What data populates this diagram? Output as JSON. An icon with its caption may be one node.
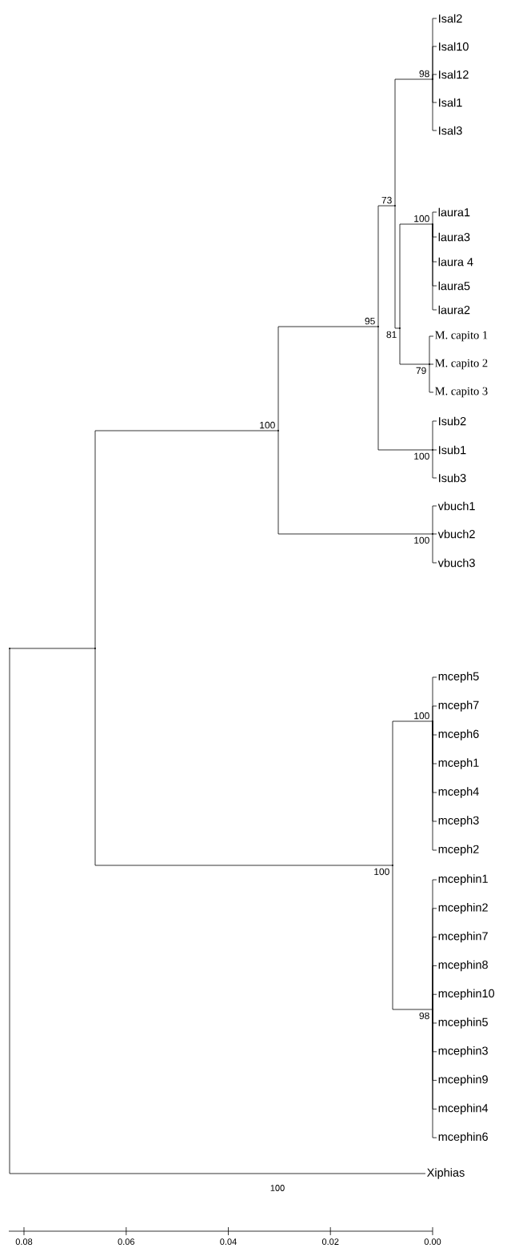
{
  "diagram": {
    "nodes": [
      {
        "text": [],
        "shape": "point"
      },
      {
        "text": [],
        "shape": "point"
      },
      {
        "text": [],
        "shape": "point",
        "beside": [
          "100"
        ]
      },
      {
        "text": [],
        "shape": "point",
        "beside": [
          "95"
        ]
      },
      {
        "text": [],
        "shape": "point",
        "beside": [
          "73"
        ]
      },
      {
        "text": [],
        "shape": "point",
        "beside": [
          "98"
        ]
      },
      {
        "text": [
          "Isal2"
        ]
      },
      {
        "text": [
          "Isal10"
        ]
      },
      {
        "text": [
          "Isal12"
        ]
      },
      {
        "text": [
          "Isal1"
        ]
      },
      {
        "text": [
          "Isal3"
        ]
      },
      {
        "text": [],
        "shape": "point",
        "beside": [
          "81"
        ]
      },
      {
        "text": [],
        "shape": "point",
        "beside": [
          "100"
        ]
      },
      {
        "text": [
          "laura1"
        ]
      },
      {
        "text": [
          "laura3"
        ]
      },
      {
        "text": [
          "laura 4"
        ]
      },
      {
        "text": [
          "laura5"
        ]
      },
      {
        "text": [
          "laura2"
        ]
      },
      {
        "text": [],
        "shape": "point",
        "beside": [
          "79"
        ]
      },
      {
        "text": [
          "M. capito 1"
        ]
      },
      {
        "text": [
          "M. capito 2"
        ]
      },
      {
        "text": [
          "M. capito 3"
        ]
      },
      {
        "text": [],
        "shape": "point",
        "beside": [
          "100"
        ]
      },
      {
        "text": [
          "Isub2"
        ]
      },
      {
        "text": [
          "Isub1"
        ]
      },
      {
        "text": [
          "Isub3"
        ]
      },
      {
        "text": [],
        "shape": "point",
        "beside": [
          "100"
        ]
      },
      {
        "text": [
          "vbuch1"
        ]
      },
      {
        "text": [
          "vbuch2"
        ]
      },
      {
        "text": [
          "vbuch3"
        ]
      },
      {
        "text": [],
        "shape": "point",
        "beside": [
          "100"
        ]
      },
      {
        "text": [],
        "shape": "point",
        "beside": [
          "100"
        ]
      },
      {
        "text": [
          "mceph5"
        ]
      },
      {
        "text": [
          "mceph7"
        ]
      },
      {
        "text": [
          "mceph6"
        ]
      },
      {
        "text": [
          "mceph1"
        ]
      },
      {
        "text": [
          "mceph4"
        ]
      },
      {
        "text": [
          "mceph3"
        ]
      },
      {
        "text": [
          "mceph2"
        ]
      },
      {
        "text": [],
        "shape": "point",
        "beside": [
          "98"
        ]
      },
      {
        "text": [
          "mcephin1"
        ]
      },
      {
        "text": [
          "mcephin2"
        ]
      },
      {
        "text": [
          "mcephin7"
        ]
      },
      {
        "text": [
          "mcephin8"
        ]
      },
      {
        "text": [
          "mcephin10"
        ]
      },
      {
        "text": [
          "mcephin5"
        ]
      },
      {
        "text": [
          "mcephin3"
        ]
      },
      {
        "text": [
          "mcephin9"
        ]
      },
      {
        "text": [
          "mcephin4"
        ]
      },
      {
        "text": [
          "mcephin6"
        ]
      },
      {
        "text": [
          "Xiphias"
        ]
      }
    ],
    "edges": [
      {
        "from": 0,
        "to": 1,
        "arrow": "none"
      },
      {
        "from": 1,
        "to": 2,
        "arrow": "none"
      },
      {
        "from": 2,
        "to": 3,
        "arrow": "none"
      },
      {
        "from": 3,
        "to": 4,
        "arrow": "none"
      },
      {
        "from": 4,
        "to": 5,
        "arrow": "none"
      },
      {
        "from": 5,
        "to": 6,
        "arrow": "none"
      },
      {
        "from": 5,
        "to": 7,
        "arrow": "none"
      },
      {
        "from": 5,
        "to": 8,
        "arrow": "none"
      },
      {
        "from": 5,
        "to": 9,
        "arrow": "none"
      },
      {
        "from": 5,
        "to": 10,
        "arrow": "none"
      },
      {
        "from": 4,
        "to": 11,
        "arrow": "none"
      },
      {
        "from": 11,
        "to": 12,
        "arrow": "none"
      },
      {
        "from": 12,
        "to": 13,
        "arrow": "none"
      },
      {
        "from": 12,
        "to": 14,
        "arrow": "none"
      },
      {
        "from": 12,
        "to": 15,
        "arrow": "none"
      },
      {
        "from": 12,
        "to": 16,
        "arrow": "none"
      },
      {
        "from": 12,
        "to": 17,
        "arrow": "none"
      },
      {
        "from": 11,
        "to": 18,
        "arrow": "none"
      },
      {
        "from": 18,
        "to": 19,
        "arrow": "none"
      },
      {
        "from": 18,
        "to": 20,
        "arrow": "none"
      },
      {
        "from": 18,
        "to": 21,
        "arrow": "none"
      },
      {
        "from": 3,
        "to": 22,
        "arrow": "none"
      },
      {
        "from": 22,
        "to": 23,
        "arrow": "none"
      },
      {
        "from": 22,
        "to": 24,
        "arrow": "none"
      },
      {
        "from": 22,
        "to": 25,
        "arrow": "none"
      },
      {
        "from": 2,
        "to": 26,
        "arrow": "none"
      },
      {
        "from": 26,
        "to": 27,
        "arrow": "none"
      },
      {
        "from": 26,
        "to": 28,
        "arrow": "none"
      },
      {
        "from": 26,
        "to": 29,
        "arrow": "none"
      },
      {
        "from": 1,
        "to": 30,
        "arrow": "none"
      },
      {
        "from": 30,
        "to": 31,
        "arrow": "none"
      },
      {
        "from": 31,
        "to": 32,
        "arrow": "none"
      },
      {
        "from": 31,
        "to": 33,
        "arrow": "none"
      },
      {
        "from": 31,
        "to": 34,
        "arrow": "none"
      },
      {
        "from": 31,
        "to": 35,
        "arrow": "none"
      },
      {
        "from": 31,
        "to": 36,
        "arrow": "none"
      },
      {
        "from": 31,
        "to": 37,
        "arrow": "none"
      },
      {
        "from": 31,
        "to": 38,
        "arrow": "none"
      },
      {
        "from": 30,
        "to": 39,
        "arrow": "none"
      },
      {
        "from": 39,
        "to": 40,
        "arrow": "none"
      },
      {
        "from": 39,
        "to": 41,
        "arrow": "none"
      },
      {
        "from": 39,
        "to": 42,
        "arrow": "none"
      },
      {
        "from": 39,
        "to": 43,
        "arrow": "none"
      },
      {
        "from": 39,
        "to": 44,
        "arrow": "none"
      },
      {
        "from": 39,
        "to": 45,
        "arrow": "none"
      },
      {
        "from": 39,
        "to": 46,
        "arrow": "none"
      },
      {
        "from": 39,
        "to": 47,
        "arrow": "none"
      },
      {
        "from": 39,
        "to": 48,
        "arrow": "none"
      },
      {
        "from": 39,
        "to": 49,
        "arrow": "none"
      },
      {
        "from": 0,
        "to": 50,
        "arrow": "none",
        "label": "100"
      }
    ],
    "labels": [
      "0.08",
      "0.06",
      "0.04",
      "0.02",
      "0.00"
    ]
  }
}
